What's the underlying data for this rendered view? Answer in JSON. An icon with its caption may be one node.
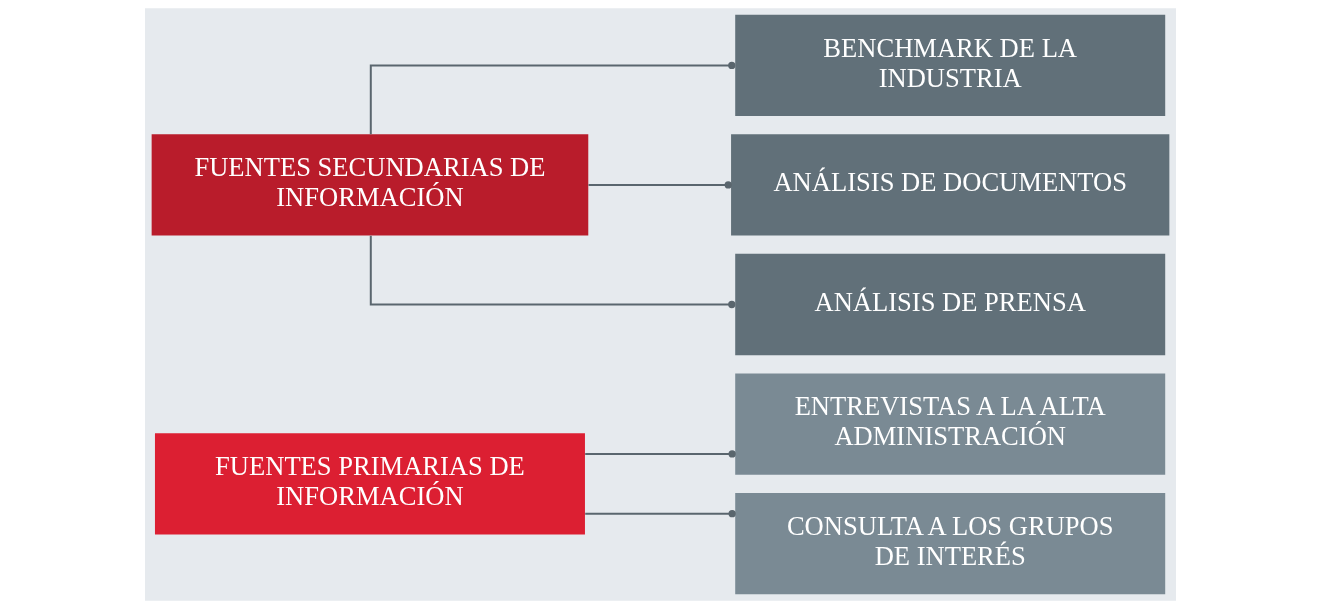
{
  "diagram": {
    "nodes": [
      {
        "text": [
          "FUENTES PRIMARIAS DE INFORMACIÓN"
        ]
      },
      {
        "text": [
          "ENTREVISTAS A LA ALTA ADMINISTRACIÓN"
        ]
      },
      {
        "text": [
          "CONSULTA A LOS GRUPOS DE INTERÉS"
        ]
      },
      {
        "text": [
          "FUENTES SECUNDARIAS DE INFORMACIÓN"
        ]
      },
      {
        "text": [
          "BENCHMARK DE LA INDUSTRIA"
        ]
      },
      {
        "text": [
          "ANÁLISIS DE DOCUMENTOS"
        ]
      },
      {
        "text": [
          "ANÁLISIS DE PRENSA"
        ]
      }
    ],
    "edges": [
      {
        "from": 0,
        "to": 1,
        "arrow": "other"
      },
      {
        "from": 0,
        "to": 2,
        "arrow": "other"
      },
      {
        "from": 3,
        "to": 4,
        "arrow": "other"
      },
      {
        "from": 3,
        "to": 5,
        "arrow": "other"
      },
      {
        "from": 3,
        "to": 6,
        "arrow": "other"
      }
    ]
  }
}
